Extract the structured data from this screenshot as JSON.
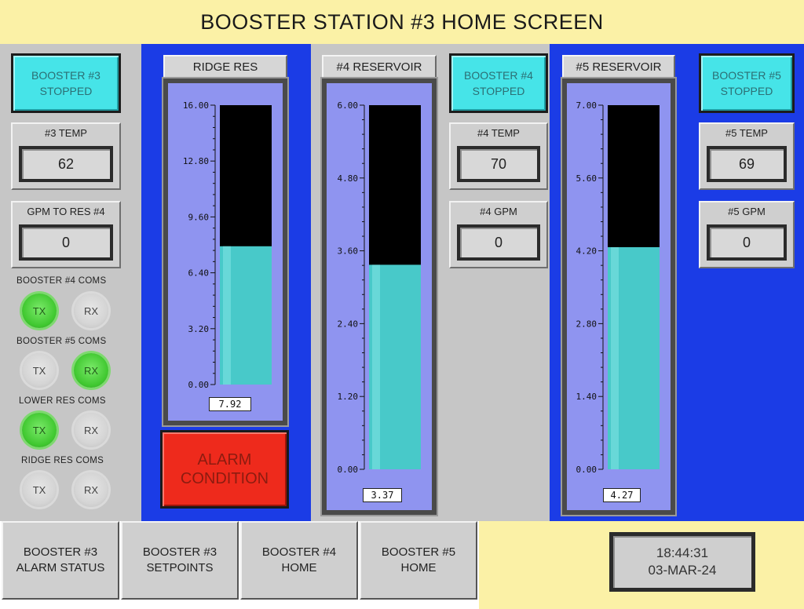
{
  "title": "BOOSTER STATION #3 HOME SCREEN",
  "colors": {
    "header_bg": "#fbf1a6",
    "panel_gray": "#c6c6c6",
    "panel_blue": "#1b3ce6",
    "status_cyan": "#46e4e8",
    "tank_bg": "#8f94f0",
    "fluid": "#48c9c9",
    "alarm_red": "#ee2a1c",
    "led_on": "#40c830"
  },
  "booster3": {
    "status_line1": "BOOSTER #3",
    "status_line2": "STOPPED",
    "temp_label": "#3 TEMP",
    "temp_value": "62",
    "gpm_label": "GPM TO RES #4",
    "gpm_value": "0"
  },
  "coms": [
    {
      "label": "BOOSTER #4 COMS",
      "tx_label": "TX",
      "rx_label": "RX",
      "tx_on": true,
      "rx_on": false
    },
    {
      "label": "BOOSTER #5 COMS",
      "tx_label": "TX",
      "rx_label": "RX",
      "tx_on": false,
      "rx_on": true
    },
    {
      "label": "LOWER RES COMS",
      "tx_label": "TX",
      "rx_label": "RX",
      "tx_on": true,
      "rx_on": false
    },
    {
      "label": "RIDGE RES COMS",
      "tx_label": "TX",
      "rx_label": "RX",
      "tx_on": false,
      "rx_on": false
    }
  ],
  "tanks": [
    {
      "name": "RIDGE RES",
      "max": 16,
      "level": 7.92,
      "readout": "7.92",
      "ticks": [
        "0.00",
        "3.20",
        "6.40",
        "9.60",
        "12.80",
        "16.00"
      ]
    },
    {
      "name": "#4 RESERVOIR",
      "max": 6,
      "level": 3.37,
      "readout": "3.37",
      "ticks": [
        "0.00",
        "1.20",
        "2.40",
        "3.60",
        "4.80",
        "6.00"
      ]
    },
    {
      "name": "#5 RESERVOIR",
      "max": 7,
      "level": 4.27,
      "readout": "4.27",
      "ticks": [
        "0.00",
        "1.40",
        "2.80",
        "4.20",
        "5.60",
        "7.00"
      ]
    }
  ],
  "alarm": {
    "line1": "ALARM",
    "line2": "CONDITION"
  },
  "booster4": {
    "status_line1": "BOOSTER #4",
    "status_line2": "STOPPED",
    "temp_label": "#4 TEMP",
    "temp_value": "70",
    "gpm_label": "#4 GPM",
    "gpm_value": "0"
  },
  "booster5": {
    "status_line1": "BOOSTER #5",
    "status_line2": "STOPPED",
    "temp_label": "#5 TEMP",
    "temp_value": "69",
    "gpm_label": "#5 GPM",
    "gpm_value": "0"
  },
  "nav": [
    {
      "line1": "BOOSTER #3",
      "line2": "ALARM STATUS"
    },
    {
      "line1": "BOOSTER #3",
      "line2": "SETPOINTS"
    },
    {
      "line1": "BOOSTER #4",
      "line2": "HOME"
    },
    {
      "line1": "BOOSTER #5",
      "line2": "HOME"
    }
  ],
  "clock": {
    "time": "18:44:31",
    "date": "03-MAR-24"
  }
}
